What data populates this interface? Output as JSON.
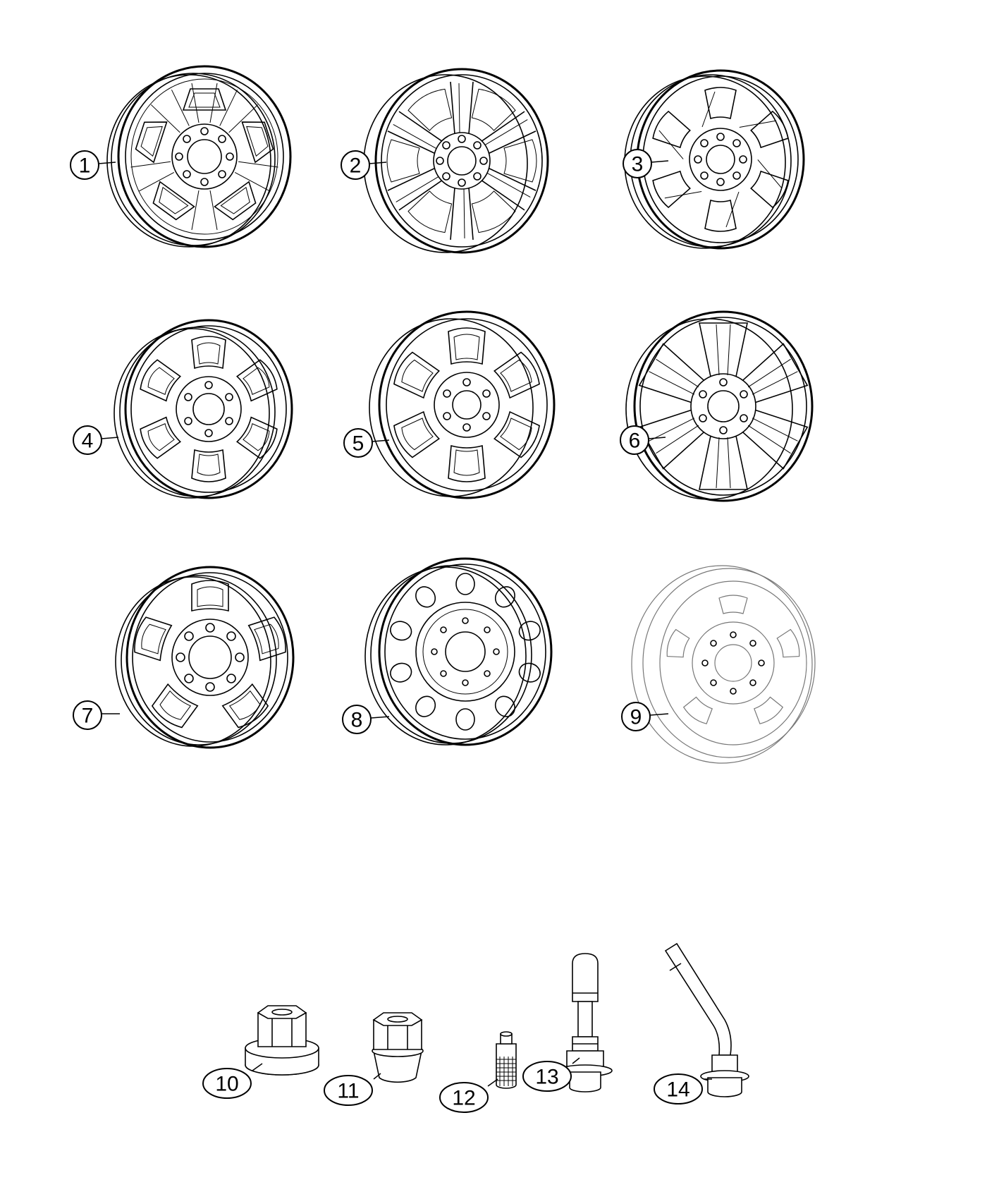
{
  "diagram": {
    "parts": [
      {
        "callout": "1",
        "kind": "wheel",
        "style": "five-spoke-trapezoid-windows"
      },
      {
        "callout": "2",
        "kind": "wheel",
        "style": "six-spoke-thin"
      },
      {
        "callout": "3",
        "kind": "wheel",
        "style": "split-six-spoke"
      },
      {
        "callout": "4",
        "kind": "wheel",
        "style": "six-spoke-pocket"
      },
      {
        "callout": "5",
        "kind": "wheel",
        "style": "six-spoke-pocket-deep"
      },
      {
        "callout": "6",
        "kind": "wheel",
        "style": "six-spoke-wide"
      },
      {
        "callout": "7",
        "kind": "wheel",
        "style": "five-spoke-large-hub"
      },
      {
        "callout": "8",
        "kind": "wheel",
        "style": "steel-round-holes"
      },
      {
        "callout": "9",
        "kind": "wheel",
        "style": "steel-slots"
      },
      {
        "callout": "10",
        "kind": "hardware",
        "style": "flanged-lug-nut"
      },
      {
        "callout": "11",
        "kind": "hardware",
        "style": "acorn-lug-nut"
      },
      {
        "callout": "12",
        "kind": "hardware",
        "style": "valve-cap"
      },
      {
        "callout": "13",
        "kind": "hardware",
        "style": "valve-stem-straight"
      },
      {
        "callout": "14",
        "kind": "hardware",
        "style": "valve-stem-bent"
      }
    ]
  }
}
